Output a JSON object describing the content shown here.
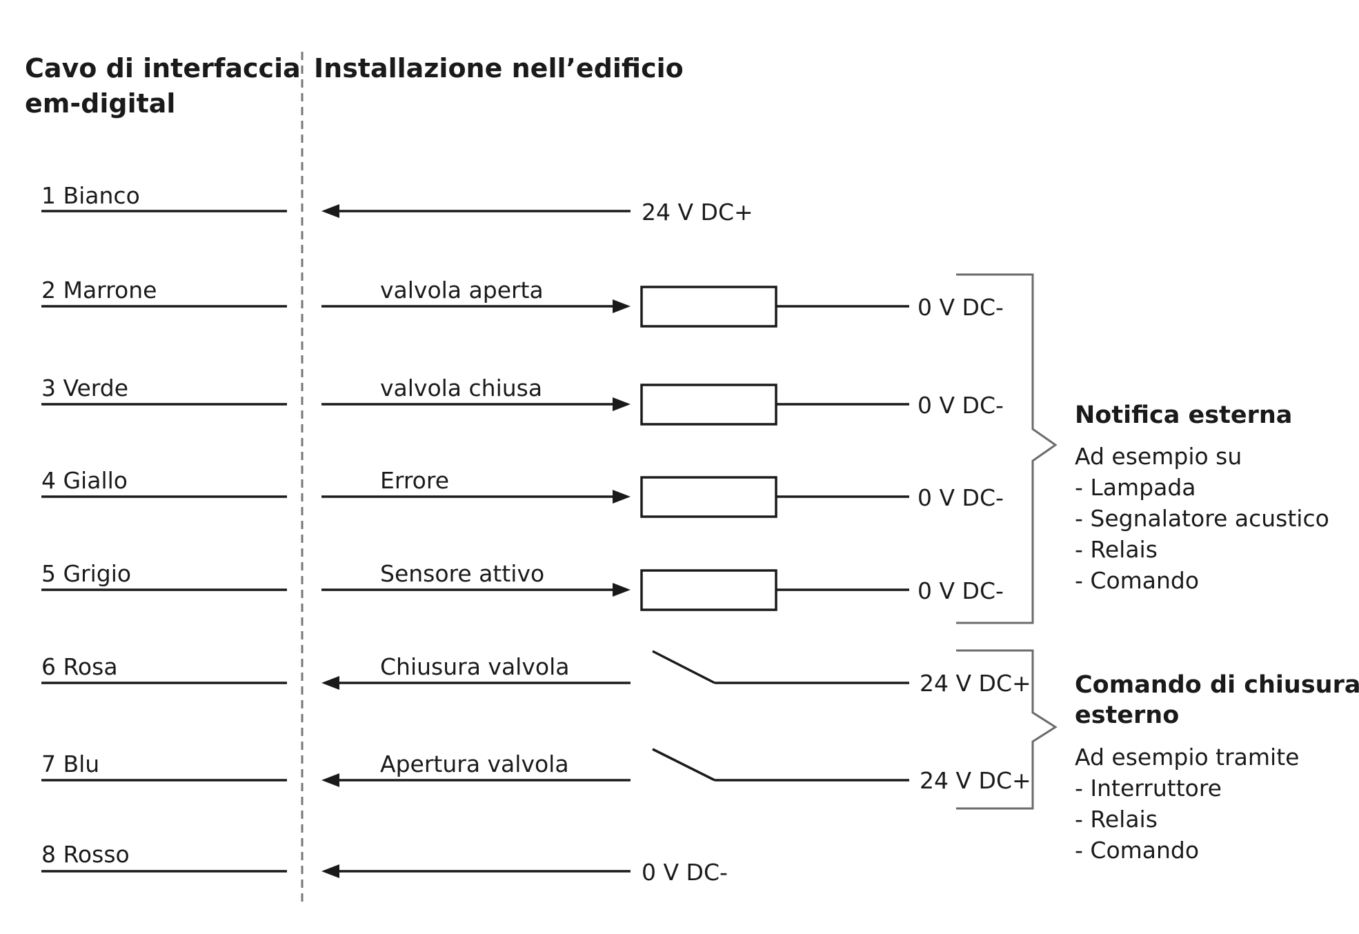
{
  "headers": {
    "cable_line1": "Cavo di interfaccia",
    "cable_line2": "em-digital",
    "building": "Installazione nell’edificio"
  },
  "wires": [
    {
      "label": "1 Bianco"
    },
    {
      "label": "2 Marrone",
      "signal": "valvola aperta",
      "end": "0 V DC-"
    },
    {
      "label": "3 Verde",
      "signal": "valvola chiusa",
      "end": "0 V DC-"
    },
    {
      "label": "4 Giallo",
      "signal": "Errore",
      "end": "0 V DC-"
    },
    {
      "label": "5 Grigio",
      "signal": "Sensore attivo",
      "end": "0 V DC-"
    },
    {
      "label": "6 Rosa",
      "signal": "Chiusura valvola",
      "end": "24 V DC+"
    },
    {
      "label": "7 Blu",
      "signal": "Apertura valvola",
      "end": "24 V DC+"
    },
    {
      "label": "8 Rosso"
    }
  ],
  "supply_top": "24 V DC+",
  "supply_bottom": "0 V DC-",
  "notification": {
    "title": "Notifica esterna",
    "intro": "Ad esempio su",
    "items": [
      "- Lampada",
      "- Segnalatore acustico",
      "- Relais",
      "- Comando"
    ]
  },
  "closing": {
    "title_line1": "Comando di chiusura",
    "title_line2": "esterno",
    "intro": "Ad esempio tramite",
    "items": [
      "- Interruttore",
      "- Relais",
      "- Comando"
    ]
  }
}
